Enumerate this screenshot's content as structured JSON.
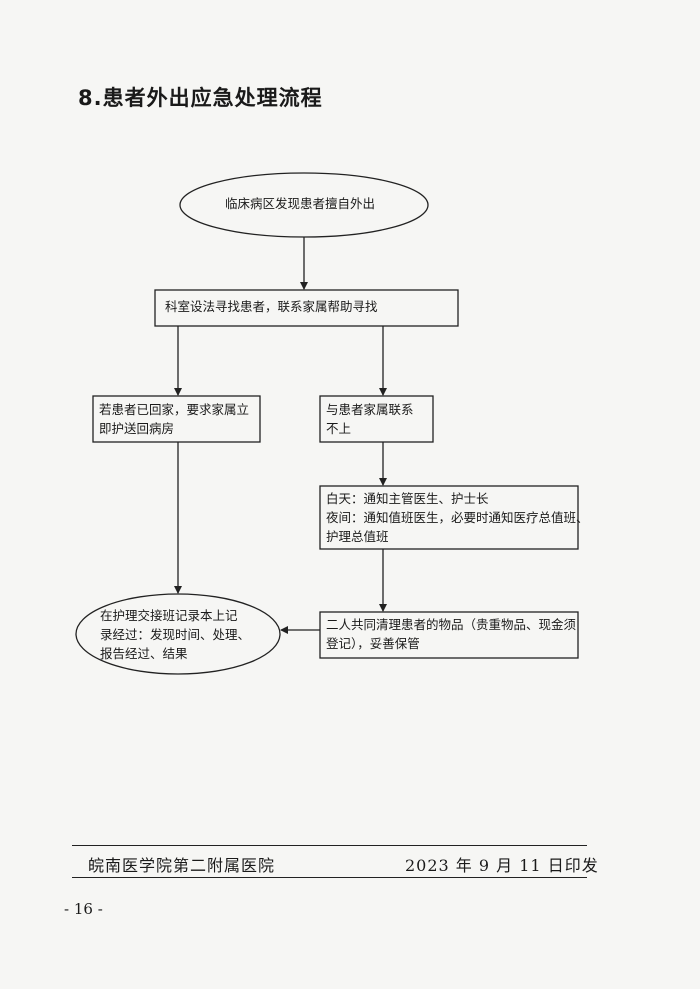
{
  "heading": "8.患者外出应急处理流程",
  "flow": {
    "start": "临床病区发现患者擅自外出",
    "search": "科室设法寻找患者，联系家属帮助寻找",
    "returned": "若患者已回家，要求家属立\n即护送回病房",
    "no_contact": "与患者家属联系\n不上",
    "notify": "白天：通知主管医生、护士长\n夜间：通知值班医生，必要时通知医疗总值班、\n护理总值班",
    "belongings": "二人共同清理患者的物品（贵重物品、现金须\n登记），妥善保管",
    "record": "在护理交接班记录本上记\n录经过：发现时间、处理、\n报告经过、结果"
  },
  "footer": {
    "hospital": "皖南医学院第二附属医院",
    "date": "2023 年 9 月 11 日印发"
  },
  "page_number": "- 16 -"
}
